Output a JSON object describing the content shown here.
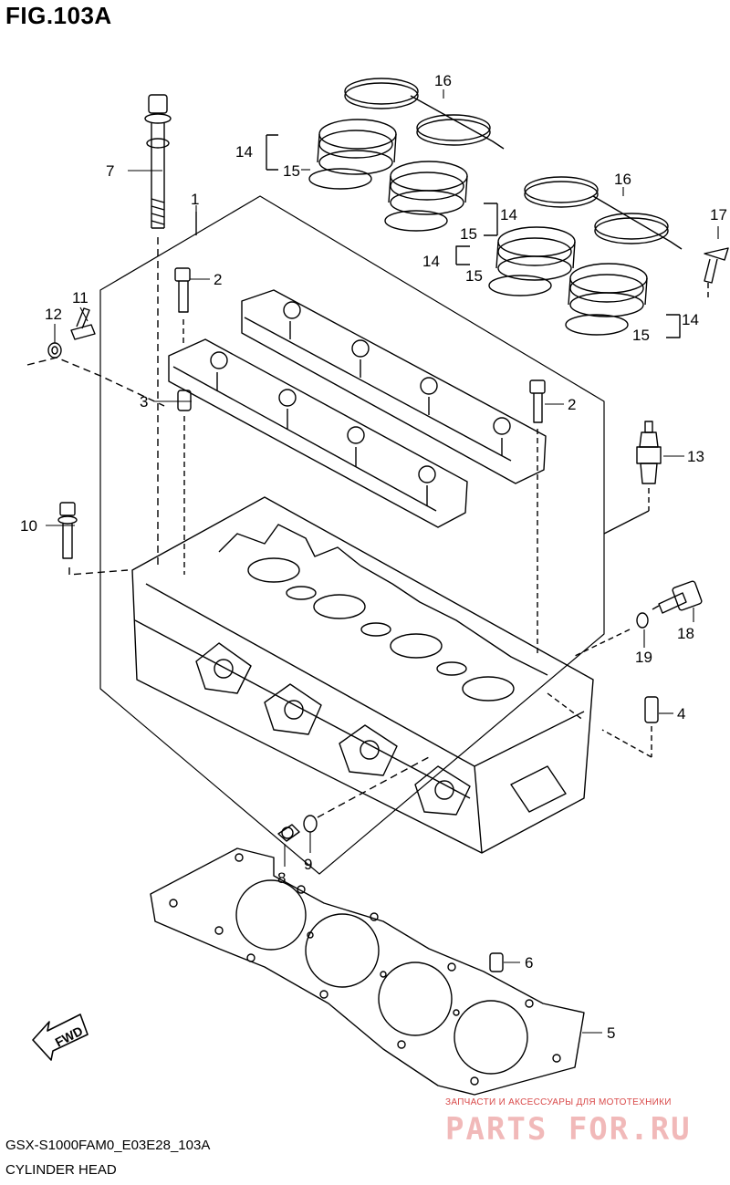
{
  "figure": {
    "title": "FIG.103A",
    "code": "GSX-S1000FAM0_E03E28_103A",
    "name": "CYLINDER HEAD"
  },
  "callouts": [
    "1",
    "2",
    "2",
    "3",
    "4",
    "5",
    "6",
    "7",
    "8",
    "9",
    "10",
    "11",
    "12",
    "13",
    "14",
    "14",
    "14",
    "14",
    "15",
    "15",
    "15",
    "15",
    "16",
    "16",
    "17",
    "18",
    "19"
  ],
  "fwd_label": "FWD",
  "watermark": {
    "tagline": "ЗАПЧАСТИ И АКСЕССУАРЫ ДЛЯ МОТОТЕХНИКИ",
    "brand": "PARTS FOR.RU"
  },
  "colors": {
    "line": "#000000",
    "watermark": "#e8a0a0"
  }
}
